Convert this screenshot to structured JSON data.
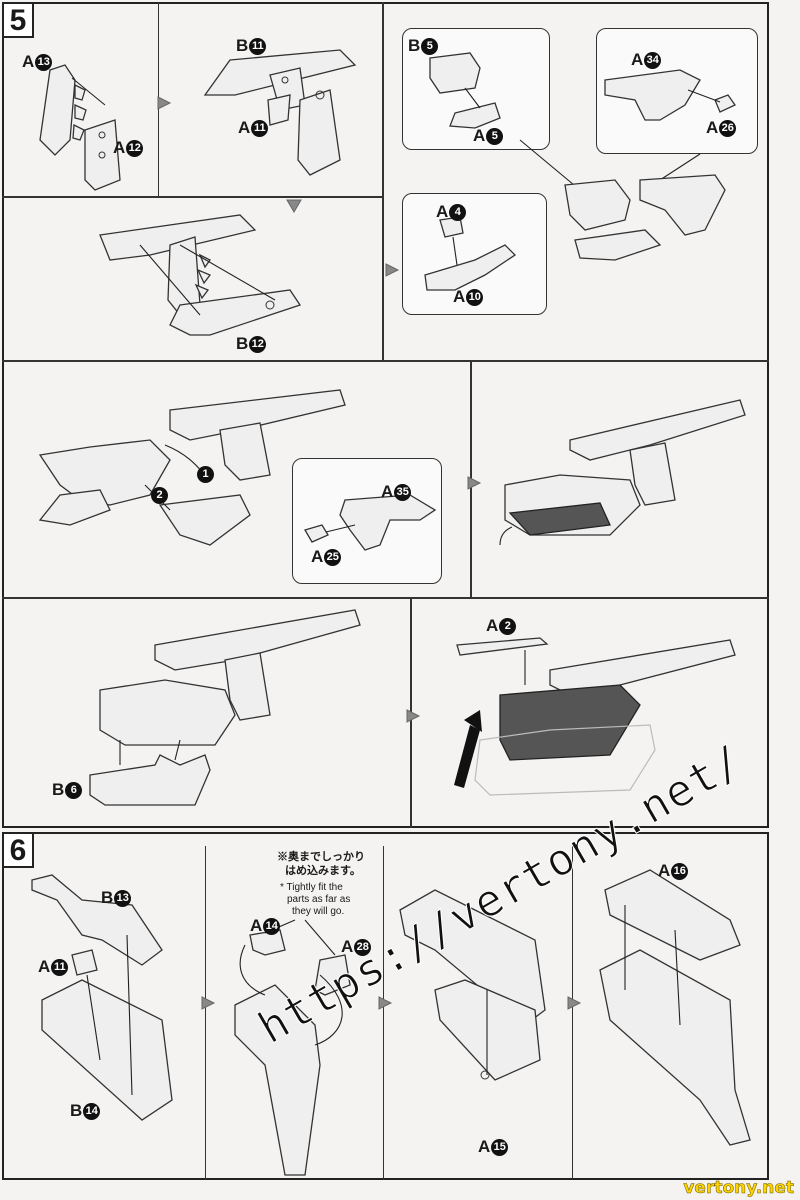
{
  "steps": {
    "step5": {
      "number": "5"
    },
    "step6": {
      "number": "6"
    }
  },
  "part_labels": {
    "a13": {
      "letter": "A",
      "num": "13"
    },
    "a12": {
      "letter": "A",
      "num": "12"
    },
    "b11": {
      "letter": "B",
      "num": "11"
    },
    "a11_top": {
      "letter": "A",
      "num": "11"
    },
    "b5": {
      "letter": "B",
      "num": "5"
    },
    "a5": {
      "letter": "A",
      "num": "5"
    },
    "a34": {
      "letter": "A",
      "num": "34"
    },
    "a26": {
      "letter": "A",
      "num": "26"
    },
    "a4": {
      "letter": "A",
      "num": "4"
    },
    "a10": {
      "letter": "A",
      "num": "10"
    },
    "b12": {
      "letter": "B",
      "num": "12"
    },
    "a35": {
      "letter": "A",
      "num": "35"
    },
    "a25": {
      "letter": "A",
      "num": "25"
    },
    "a2": {
      "letter": "A",
      "num": "2"
    },
    "b6": {
      "letter": "B",
      "num": "6"
    },
    "b13": {
      "letter": "B",
      "num": "13"
    },
    "a11_bot": {
      "letter": "A",
      "num": "11"
    },
    "b14": {
      "letter": "B",
      "num": "14"
    },
    "a14": {
      "letter": "A",
      "num": "14"
    },
    "a28": {
      "letter": "A",
      "num": "28"
    },
    "a15": {
      "letter": "A",
      "num": "15"
    },
    "a16": {
      "letter": "A",
      "num": "16"
    }
  },
  "order_markers": {
    "first": "1",
    "second": "2"
  },
  "note": {
    "jp_line1": "※奥までしっかり",
    "jp_line2": "はめ込みます。",
    "en_lines": [
      "* Tightly fit the",
      "parts as far as",
      "they will go."
    ]
  },
  "watermark": {
    "text": "https://vertony.net/",
    "corner": "vertony.net"
  },
  "colors": {
    "ink": "#1a1a1a",
    "paper": "#f4f3f1",
    "highlight_part": "#555555",
    "corner_watermark": "#ffd400"
  }
}
